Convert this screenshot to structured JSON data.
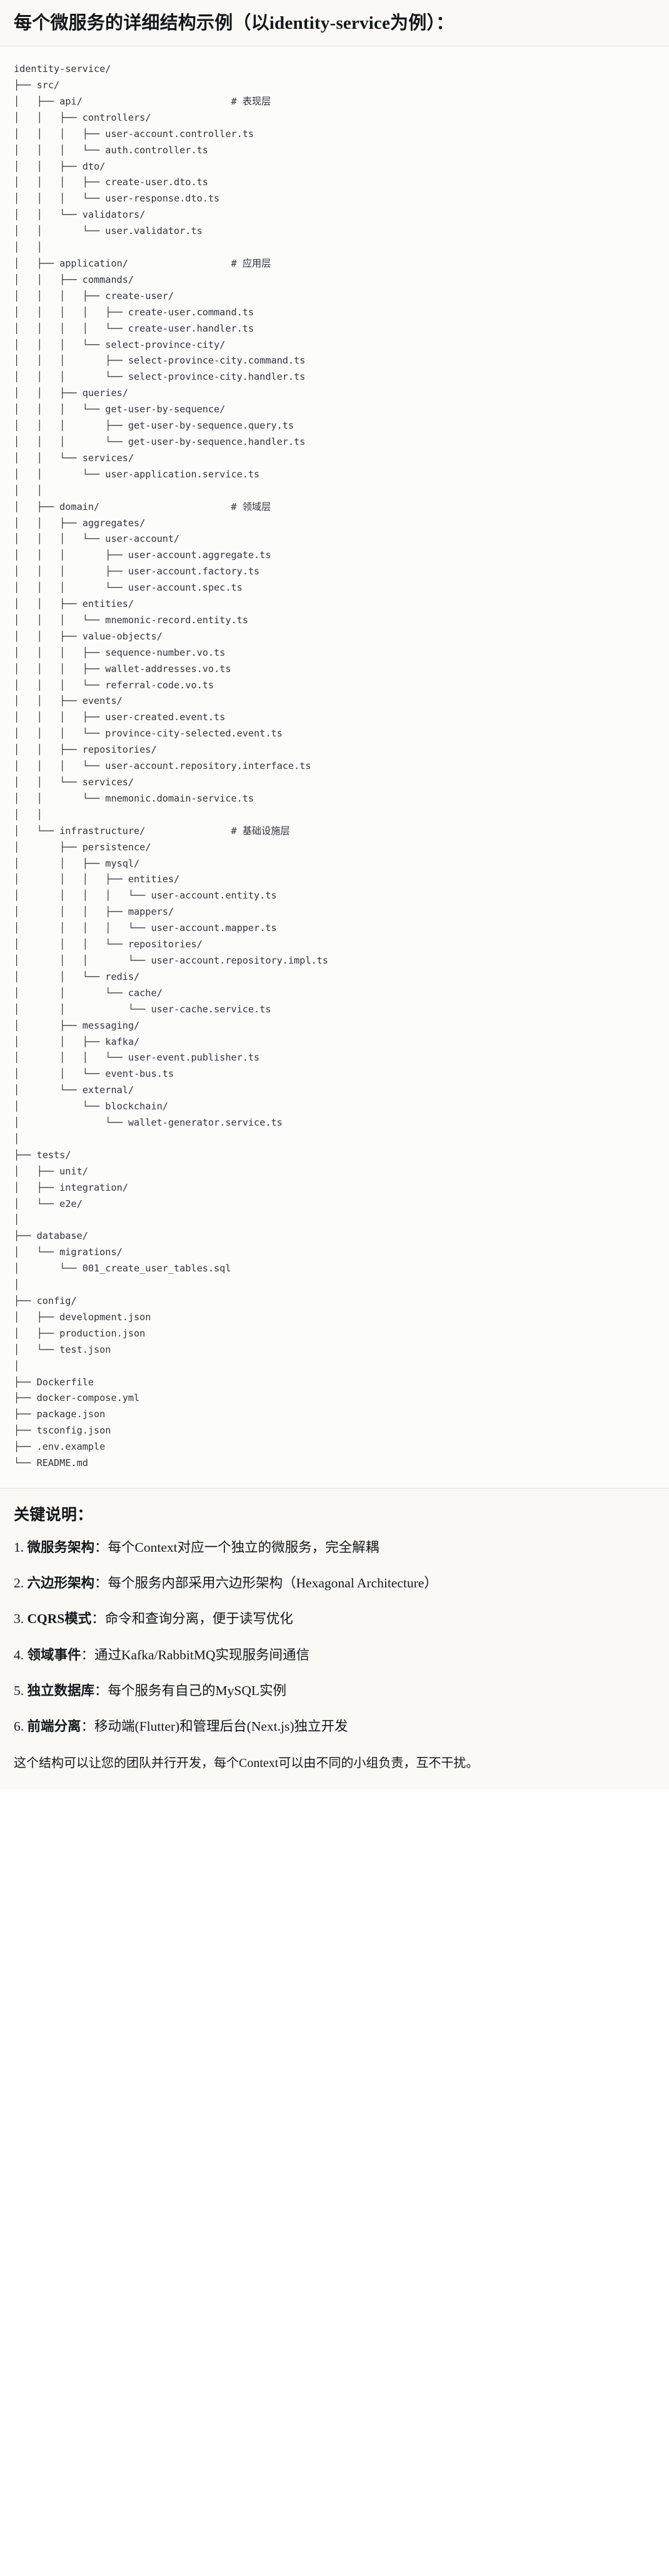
{
  "heading": "每个微服务的详细结构示例（以identity-service为例）：",
  "tree": {
    "root": "identity-service/",
    "comments": {
      "api": "# 表现层",
      "application": "# 应用层",
      "domain": "# 领域层",
      "infrastructure": "# 基础设施层"
    },
    "text": "identity-service/\n├── src/\n│   ├── api/                          # 表现层\n│   │   ├── controllers/\n│   │   │   ├── user-account.controller.ts\n│   │   │   └── auth.controller.ts\n│   │   ├── dto/\n│   │   │   ├── create-user.dto.ts\n│   │   │   └── user-response.dto.ts\n│   │   └── validators/\n│   │       └── user.validator.ts\n│   │\n│   ├── application/                  # 应用层\n│   │   ├── commands/\n│   │   │   ├── create-user/\n│   │   │   │   ├── create-user.command.ts\n│   │   │   │   └── create-user.handler.ts\n│   │   │   └── select-province-city/\n│   │   │       ├── select-province-city.command.ts\n│   │   │       └── select-province-city.handler.ts\n│   │   ├── queries/\n│   │   │   └── get-user-by-sequence/\n│   │   │       ├── get-user-by-sequence.query.ts\n│   │   │       └── get-user-by-sequence.handler.ts\n│   │   └── services/\n│   │       └── user-application.service.ts\n│   │\n│   ├── domain/                       # 领域层\n│   │   ├── aggregates/\n│   │   │   └── user-account/\n│   │   │       ├── user-account.aggregate.ts\n│   │   │       ├── user-account.factory.ts\n│   │   │       └── user-account.spec.ts\n│   │   ├── entities/\n│   │   │   └── mnemonic-record.entity.ts\n│   │   ├── value-objects/\n│   │   │   ├── sequence-number.vo.ts\n│   │   │   ├── wallet-addresses.vo.ts\n│   │   │   └── referral-code.vo.ts\n│   │   ├── events/\n│   │   │   ├── user-created.event.ts\n│   │   │   └── province-city-selected.event.ts\n│   │   ├── repositories/\n│   │   │   └── user-account.repository.interface.ts\n│   │   └── services/\n│   │       └── mnemonic.domain-service.ts\n│   │\n│   └── infrastructure/               # 基础设施层\n│       ├── persistence/\n│       │   ├── mysql/\n│       │   │   ├── entities/\n│       │   │   │   └── user-account.entity.ts\n│       │   │   ├── mappers/\n│       │   │   │   └── user-account.mapper.ts\n│       │   │   └── repositories/\n│       │   │       └── user-account.repository.impl.ts\n│       │   └── redis/\n│       │       └── cache/\n│       │           └── user-cache.service.ts\n│       ├── messaging/\n│       │   ├── kafka/\n│       │   │   └── user-event.publisher.ts\n│       │   └── event-bus.ts\n│       └── external/\n│           └── blockchain/\n│               └── wallet-generator.service.ts\n│\n├── tests/\n│   ├── unit/\n│   ├── integration/\n│   └── e2e/\n│\n├── database/\n│   └── migrations/\n│       └── 001_create_user_tables.sql\n│\n├── config/\n│   ├── development.json\n│   ├── production.json\n│   └── test.json\n│\n├── Dockerfile\n├── docker-compose.yml\n├── package.json\n├── tsconfig.json\n├── .env.example\n└── README.md"
  },
  "notes": {
    "title": "关键说明：",
    "items": [
      {
        "term": "微服务架构",
        "sep": "：",
        "body": "每个Context对应一个独立的微服务，完全解耦"
      },
      {
        "term": "六边形架构",
        "sep": "：",
        "body": "每个服务内部采用六边形架构（Hexagonal Architecture）"
      },
      {
        "term": "CQRS模式",
        "sep": "：",
        "body": "命令和查询分离，便于读写优化"
      },
      {
        "term": "领域事件",
        "sep": "：",
        "body": "通过Kafka/RabbitMQ实现服务间通信"
      },
      {
        "term": "独立数据库",
        "sep": "：",
        "body": "每个服务有自己的MySQL实例"
      },
      {
        "term": "前端分离",
        "sep": "：",
        "body": "移动端(Flutter)和管理后台(Next.js)独立开发"
      }
    ],
    "closing": "这个结构可以让您的团队并行开发，每个Context可以由不同的小组负责，互不干扰。"
  }
}
